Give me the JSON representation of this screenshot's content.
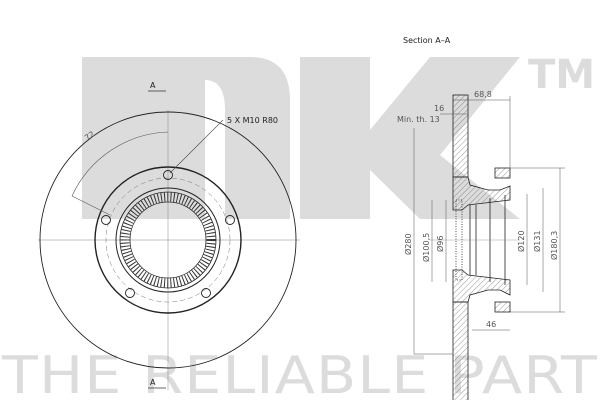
{
  "drawing": {
    "section_title": "Section A–A",
    "section_marker": "A",
    "bolt_callout": "5 X M10 R80",
    "angle_label": "72",
    "dimensions": {
      "overall_height": "68,8",
      "thickness": "16",
      "min_thickness": "Min. th. 13",
      "diameter_outer": "Ø280",
      "diameter_100_5": "Ø100,5",
      "diameter_96": "Ø96",
      "diameter_120": "Ø120",
      "diameter_131": "Ø131",
      "diameter_180_3": "Ø180,3",
      "hub_depth": "46"
    }
  },
  "watermark": {
    "brand": "NK",
    "trademark": "TM",
    "slogan": "THE RELIABLE PART",
    "color": "#dcdcdc"
  }
}
